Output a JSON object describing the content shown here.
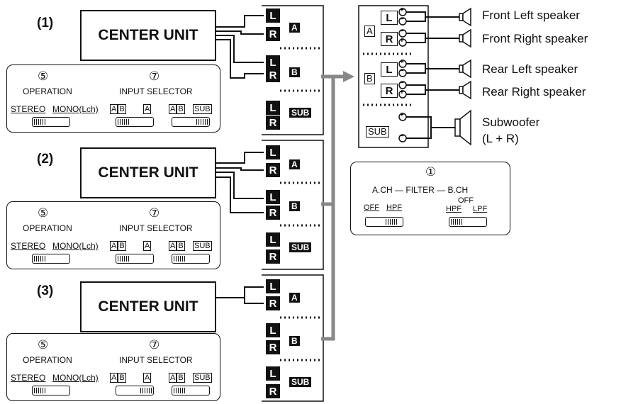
{
  "units": [
    {
      "label": "(1)",
      "center": "CENTER UNIT",
      "op_num": "⑤",
      "op_title": "OPERATION",
      "op_left": "STEREO",
      "op_right": "MONO(Lch)",
      "in_num": "⑦",
      "in_title": "INPUT SELECTOR",
      "in_a": "A",
      "in_b": "B",
      "in_mid": "A",
      "in_sub": "SUB"
    },
    {
      "label": "(2)",
      "center": "CENTER UNIT",
      "op_num": "⑤",
      "op_title": "OPERATION",
      "op_left": "STEREO",
      "op_right": "MONO(Lch)",
      "in_num": "⑦",
      "in_title": "INPUT SELECTOR",
      "in_a": "A",
      "in_b": "B",
      "in_mid": "A",
      "in_sub": "SUB"
    },
    {
      "label": "(3)",
      "center": "CENTER UNIT",
      "op_num": "⑤",
      "op_title": "OPERATION",
      "op_left": "STEREO",
      "op_right": "MONO(Lch)",
      "in_num": "⑦",
      "in_title": "INPUT SELECTOR",
      "in_a": "A",
      "in_b": "B",
      "in_mid": "A",
      "in_sub": "SUB"
    }
  ],
  "inputs": {
    "l": "L",
    "r": "R",
    "a": "A",
    "b": "B",
    "sub": "SUB"
  },
  "outputs": {
    "a": "A",
    "b": "B",
    "sub": "SUB",
    "l": "L",
    "r": "R",
    "plus": "+",
    "minus": "−"
  },
  "speakers": {
    "front_left": "Front Left speaker",
    "front_right": "Front Right speaker",
    "rear_left": "Rear Left speaker",
    "rear_right": "Rear Right speaker",
    "sub_line1": "Subwoofer",
    "sub_line2": "(L + R)"
  },
  "filter": {
    "num": "①",
    "title_a": "A.CH",
    "title_mid": "FILTER",
    "title_b": "B.CH",
    "off": "OFF",
    "hpf": "HPF",
    "off2": "OFF",
    "hpf2": "HPF",
    "lpf": "LPF"
  }
}
